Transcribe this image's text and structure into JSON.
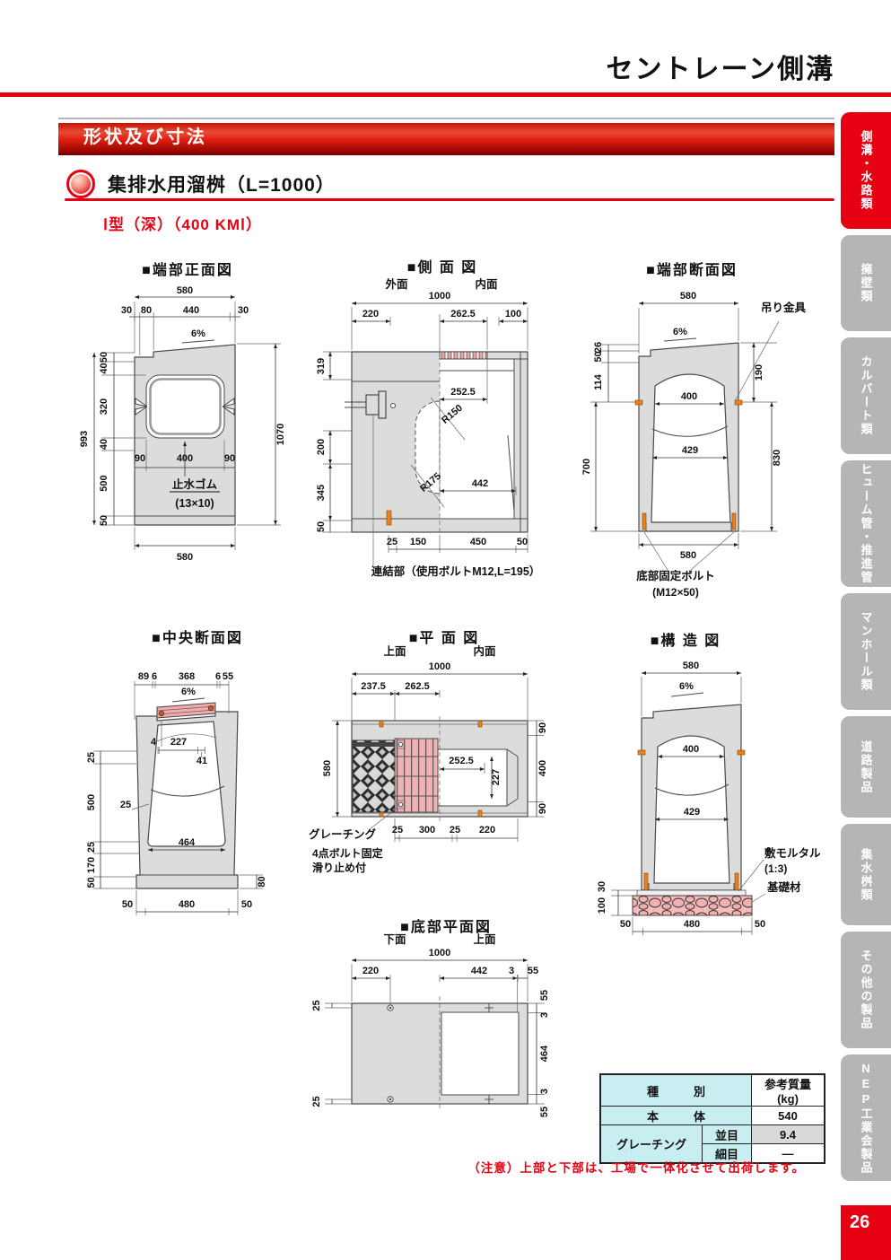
{
  "page": {
    "doc_title": "セントレーン側溝",
    "section_header": "形状及び寸法",
    "product_heading": "集排水用溜桝（L=1000）",
    "type_label": "Ⅰ型（深）（400 KMⅠ）",
    "note": "（注意）上部と下部は、工場で一体化させて出荷します。",
    "page_number": "26"
  },
  "sidebar": {
    "tabs": [
      {
        "label": "側溝・水路類",
        "active": true
      },
      {
        "label": "擁壁類",
        "active": false
      },
      {
        "label": "カルバート類",
        "active": false
      },
      {
        "label": "ヒューム管・推進管",
        "active": false
      },
      {
        "label": "マンホール類",
        "active": false
      },
      {
        "label": "道路製品",
        "active": false
      },
      {
        "label": "集水桝類",
        "active": false
      },
      {
        "label": "その他の製品",
        "active": false
      },
      {
        "label": "NEP工業会製品",
        "active": false
      }
    ]
  },
  "figures": {
    "front": {
      "title": "■端部正面図",
      "dims": {
        "w_top": "580",
        "t1": "30",
        "t2": "80",
        "t3": "440",
        "t4": "30",
        "slope": "6%",
        "l1": "50",
        "l2": "40",
        "l3": "320",
        "l4": "40",
        "l_total": "993",
        "l5": "500",
        "l6": "50",
        "r_total": "1070",
        "m1": "90",
        "m2": "400",
        "m3": "90",
        "w_bottom": "580"
      },
      "labels": {
        "gasket": "止水ゴム",
        "gasket_size": "(13×10)"
      }
    },
    "side": {
      "title": "■側 面 図",
      "labels": {
        "outer_face": "外面",
        "inner_face": "内面",
        "joint": "連結部（使用ボルトM12,L=195）"
      },
      "dims": {
        "w_top": "1000",
        "t1": "220",
        "t2": "262.5",
        "t3": "100",
        "l1": "319",
        "l2": "200",
        "l3": "345",
        "l4": "50",
        "m1": "252.5",
        "r150": "R150",
        "r175": "R175",
        "m2": "442",
        "b1": "25",
        "b2": "150",
        "b3": "450",
        "b4": "50"
      }
    },
    "end_section": {
      "title": "■端部断面図",
      "labels": {
        "hanger": "吊り金具",
        "bolt": "底部固定ボルト",
        "bolt_size": "(M12×50)"
      },
      "dims": {
        "w_top": "580",
        "slope": "6%",
        "l1": "26",
        "l2": "50",
        "l3": "114",
        "l4": "700",
        "r1": "190",
        "r2": "830",
        "m1": "400",
        "m2": "429",
        "w_bottom": "580"
      }
    },
    "center_section": {
      "title": "■中央断面図",
      "dims": {
        "t1": "89",
        "t2": "6",
        "t3": "368",
        "t4": "6",
        "t5": "55",
        "slope": "6%",
        "m1": "4",
        "m2": "227",
        "m3": "41",
        "wall": "25",
        "l1": "25",
        "l2": "500",
        "l3": "25",
        "l4": "170",
        "l5": "50",
        "m4": "464",
        "r1": "80",
        "b1": "50",
        "b2": "480",
        "b3": "50"
      }
    },
    "plan": {
      "title": "■平 面 図",
      "labels": {
        "top_face": "上面",
        "inner_face": "内面",
        "grating1": "グレーチング",
        "grating2": "4点ボルト固定",
        "grating3": "滑り止め付"
      },
      "dims": {
        "w_top": "1000",
        "t1": "237.5",
        "t2": "262.5",
        "l1": "580",
        "r1": "90",
        "r2": "400",
        "r3": "90",
        "m1": "252.5",
        "m2": "227",
        "b1": "25",
        "b2": "300",
        "b3": "25",
        "b4": "220"
      }
    },
    "structure": {
      "title": "■構 造 図",
      "labels": {
        "mortar": "敷モルタル",
        "mortar_ratio": "(1:3)",
        "base": "基礎材"
      },
      "dims": {
        "w_top": "580",
        "slope": "6%",
        "m1": "400",
        "m2": "429",
        "l1": "30",
        "l2": "100",
        "b1": "50",
        "b2": "480",
        "b3": "50"
      }
    },
    "bottom_plan": {
      "title": "■底部平面図",
      "labels": {
        "bottom_face": "下面",
        "top_face": "上面"
      },
      "dims": {
        "w_top": "1000",
        "t1": "220",
        "t2": "442",
        "t3": "3",
        "t4": "55",
        "l1": "25",
        "l2": "25",
        "r1": "55",
        "r2": "3",
        "r3": "464",
        "r4": "3",
        "r5": "55"
      }
    }
  },
  "table": {
    "header_kind": "種　　　別",
    "header_weight": "参考質量(kg)",
    "body_label": "本　　　体",
    "body_value": "540",
    "grating_label": "グレーチング",
    "coarse_label": "並目",
    "coarse_value": "9.4",
    "fine_label": "細目",
    "fine_value": "—"
  },
  "colors": {
    "accent_red": "#e60012",
    "tab_gray": "#b5b5b5",
    "concrete": "#dcdcdc",
    "grating_pink": "#f2aaaa",
    "bolt_orange": "#e8821e",
    "table_cyan": "#c9eef2"
  }
}
